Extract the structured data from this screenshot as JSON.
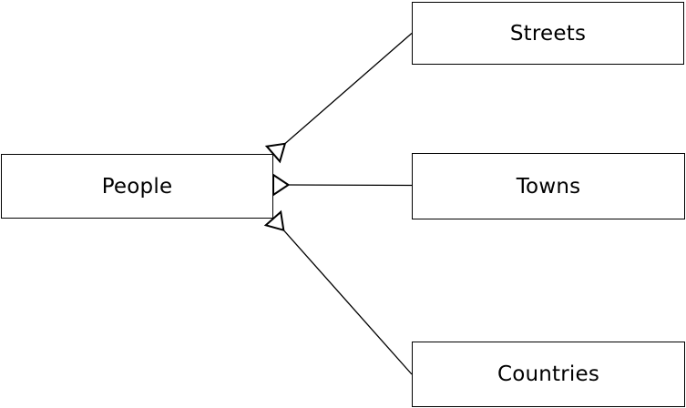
{
  "diagram": {
    "nodes": {
      "people": {
        "label": "People"
      },
      "streets": {
        "label": "Streets"
      },
      "towns": {
        "label": "Towns"
      },
      "countries": {
        "label": "Countries"
      }
    },
    "edges": [
      {
        "source": "people",
        "target": "streets",
        "arrowhead": "hollow-triangle",
        "arrowhead_end": "people"
      },
      {
        "source": "people",
        "target": "towns",
        "arrowhead": "hollow-triangle",
        "arrowhead_end": "people"
      },
      {
        "source": "people",
        "target": "countries",
        "arrowhead": "hollow-triangle",
        "arrowhead_end": "people"
      }
    ],
    "colors": {
      "background": "#ffffff",
      "stroke": "#000000",
      "text": "#000000"
    }
  }
}
